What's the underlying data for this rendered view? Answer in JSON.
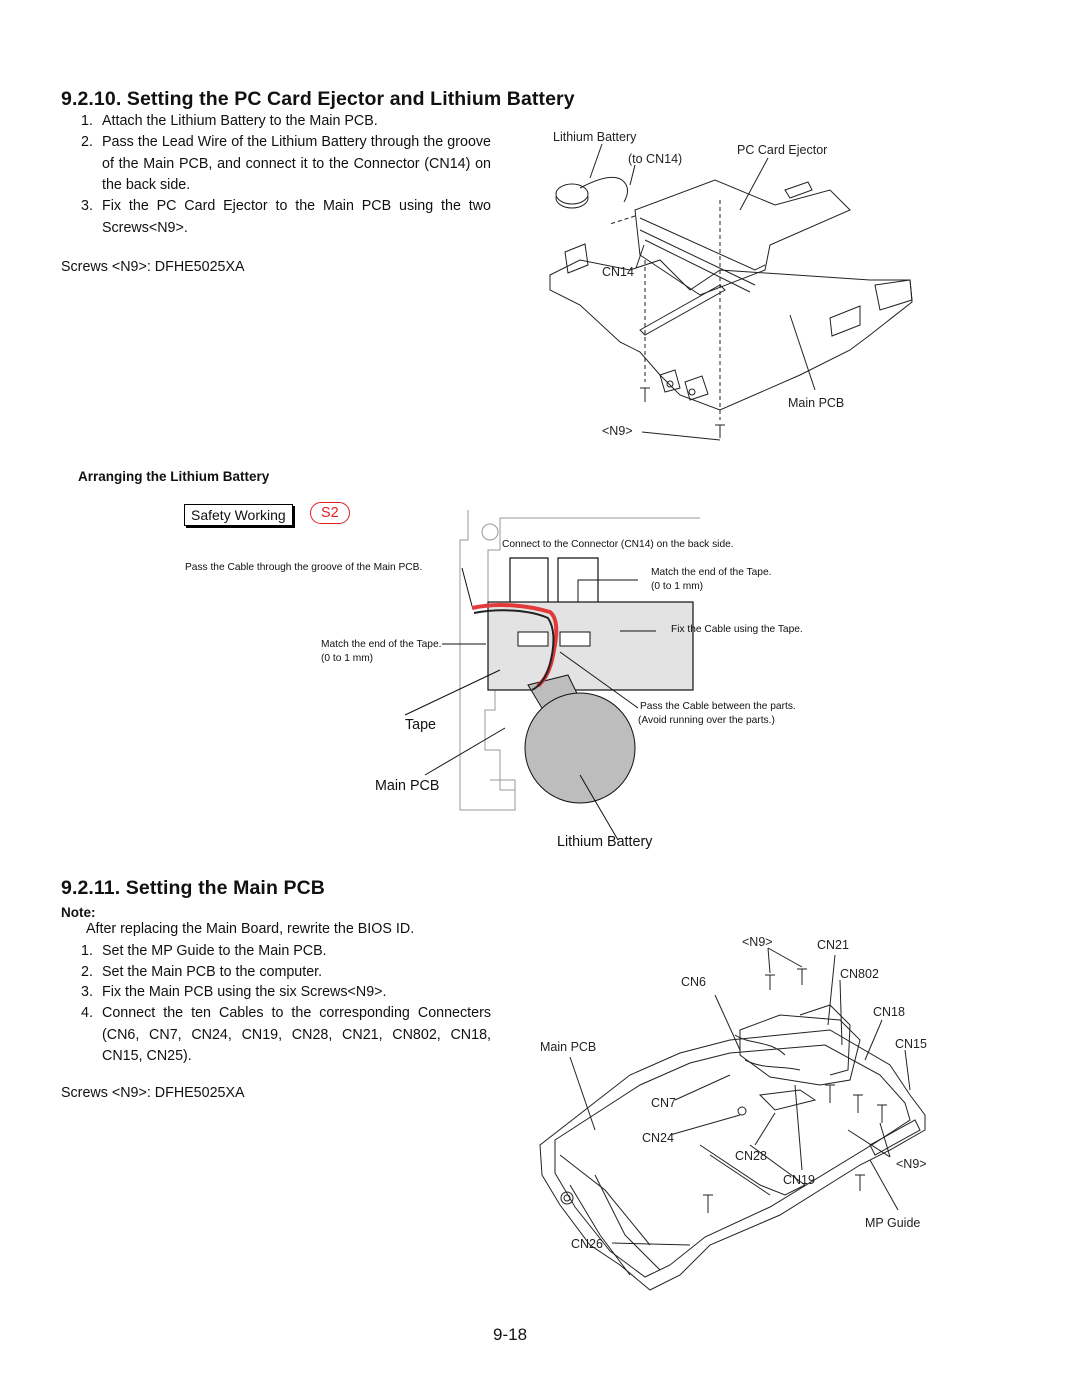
{
  "section1": {
    "title": "9.2.10.  Setting the PC Card Ejector and Lithium Battery",
    "steps": [
      {
        "num": "1.",
        "text": "Attach the Lithium Battery to the Main PCB."
      },
      {
        "num": "2.",
        "text": "Pass the Lead Wire of the Lithium Battery through the groove of the Main PCB, and connect it to the Connector (CN14) on the back side."
      },
      {
        "num": "3.",
        "text": "Fix the PC Card Ejector to the Main PCB using the two Screws<N9>."
      }
    ],
    "screws": "Screws <N9>: DFHE5025XA",
    "figure_labels": {
      "lithium_battery": "Lithium Battery",
      "to_cn14": "(to CN14)",
      "pc_card_ejector": "PC Card Ejector",
      "cn14": "CN14",
      "main_pcb": "Main PCB",
      "n9": "<N9>"
    }
  },
  "arranging": {
    "heading": "Arranging the Lithium Battery",
    "safety_working": "Safety Working",
    "badge": "S2",
    "labels": {
      "connect": "Connect to the Connector (CN14) on the back side.",
      "pass_groove": "Pass the Cable through the groove of the Main PCB.",
      "match_right": "Match the end of the Tape.",
      "match_right_range": "(0 to 1 mm)",
      "fix_cable": "Fix the Cable using the Tape.",
      "match_left": "Match the end of the Tape.",
      "match_left_range": "(0 to 1 mm)",
      "pass_between": "Pass the Cable between the parts.",
      "avoid": "(Avoid running over the parts.)",
      "tape": "Tape",
      "main_pcb": "Main PCB",
      "lithium_battery": "Lithium Battery"
    }
  },
  "section2": {
    "title": "9.2.11.  Setting the Main PCB",
    "note_label": "Note:",
    "note_text": "After replacing the Main Board, rewrite the BIOS ID.",
    "steps": [
      {
        "num": "1.",
        "text": "Set the MP Guide to the Main PCB."
      },
      {
        "num": "2.",
        "text": "Set the Main PCB to the computer."
      },
      {
        "num": "3.",
        "text": "Fix the Main PCB using the six Screws<N9>."
      },
      {
        "num": "4.",
        "text": "Connect the ten Cables to the corresponding Connecters (CN6, CN7, CN24, CN19, CN28, CN21, CN802, CN18, CN15, CN25)."
      }
    ],
    "screws": "Screws <N9>: DFHE5025XA",
    "figure_labels": {
      "n9_top": "<N9>",
      "cn21": "CN21",
      "cn6": "CN6",
      "cn802": "CN802",
      "cn18": "CN18",
      "main_pcb": "Main PCB",
      "cn15": "CN15",
      "cn7": "CN7",
      "cn24": "CN24",
      "cn28": "CN28",
      "n9_right": "<N9>",
      "cn19": "CN19",
      "mp_guide": "MP Guide",
      "cn26": "CN26"
    }
  },
  "page_number": "9-18",
  "colors": {
    "cable_red": "#e23a3a",
    "badge_red": "#e02020",
    "battery_gray": "#bdbdbd",
    "tape_gray": "#e3e3e3"
  }
}
